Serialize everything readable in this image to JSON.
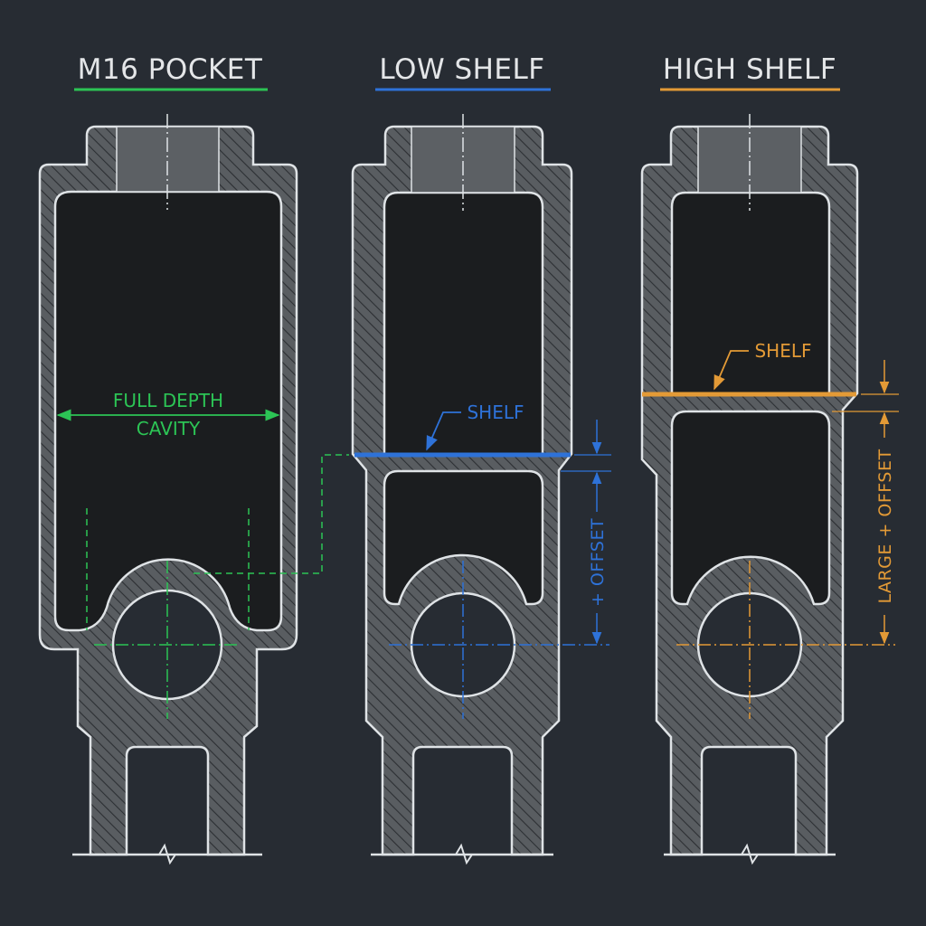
{
  "colors": {
    "background": "#272c33",
    "outline": "#dfe3e6",
    "cavity": "#1b1d1f",
    "hatch_fill": "#595d61",
    "bore": "#5c6064",
    "green": "#2cc455",
    "blue": "#2e72d8",
    "orange": "#e39a36"
  },
  "panels": [
    {
      "title": "M16 POCKET",
      "accent": "green",
      "annotation": [
        "FULL DEPTH",
        "CAVITY"
      ]
    },
    {
      "title": "LOW SHELF",
      "accent": "blue",
      "shelf_label": "SHELF",
      "dimension_label": "+ OFFSET"
    },
    {
      "title": "HIGH SHELF",
      "accent": "orange",
      "shelf_label": "SHELF",
      "dimension_label": "LARGE + OFFSET"
    }
  ]
}
